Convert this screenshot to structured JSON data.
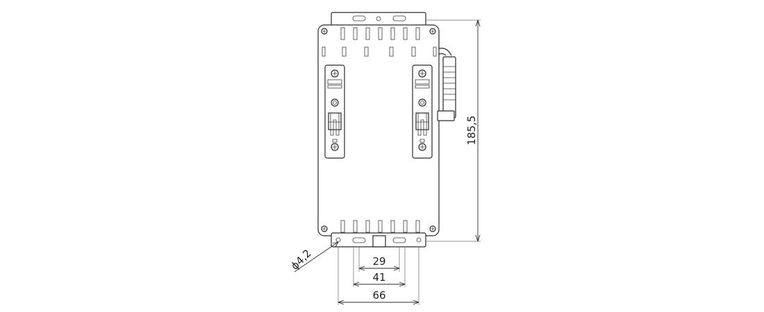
{
  "drawing": {
    "dimensions": {
      "height": "185,5",
      "hole_diameter": "ϕ4,2",
      "spacing_inner": "29",
      "spacing_middle": "41",
      "spacing_outer": "66"
    },
    "colors": {
      "line": "#2a2a2a",
      "background": "#ffffff"
    }
  }
}
